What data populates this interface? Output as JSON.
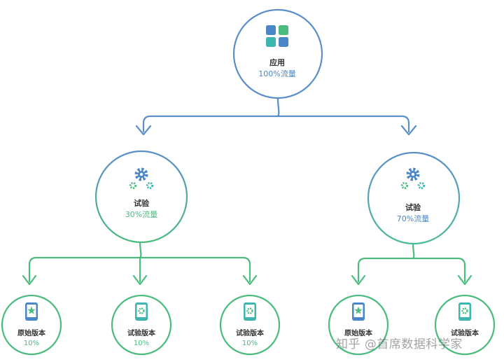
{
  "root": {
    "title": "应用",
    "traffic": "100%流量",
    "icon": "app-grid-icon"
  },
  "left_experiment": {
    "title": "试验",
    "traffic": "30%流量",
    "icon": "gears-icon"
  },
  "right_experiment": {
    "title": "试验",
    "traffic": "70%流量",
    "icon": "gears-icon"
  },
  "leaves": [
    {
      "title": "原始版本",
      "traffic": "10%",
      "icon": "phone-star-icon"
    },
    {
      "title": "试验版本",
      "traffic": "10%",
      "icon": "phone-gear-icon"
    },
    {
      "title": "试验版本",
      "traffic": "10%",
      "icon": "phone-gear-icon"
    },
    {
      "title": "原始版本",
      "traffic": "",
      "icon": "phone-star-icon"
    },
    {
      "title": "试验版本",
      "traffic": "",
      "icon": "phone-gear-icon"
    }
  ],
  "watermark": "知乎 @首席数据科学家",
  "colors": {
    "blue": "#4a86c8",
    "green": "#4cbb7f",
    "teal": "#3fb5b0",
    "text": "#333333"
  }
}
